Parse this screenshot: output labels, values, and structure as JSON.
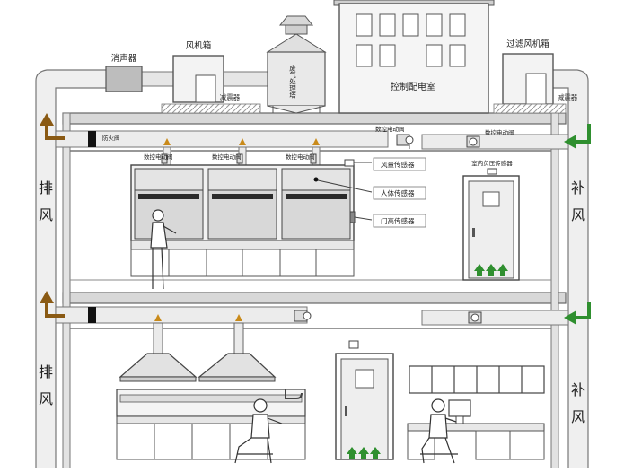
{
  "roof": {
    "silencer": "消声器",
    "fan_box": "风机箱",
    "damper_left": "减震器",
    "scrubber": "废气处理塔",
    "control_room": "控制配电室",
    "filter_fan_box": "过滤风机箱",
    "damper_right": "减震器"
  },
  "side_labels": {
    "left_top": [
      "排",
      "风"
    ],
    "left_bottom": [
      "排",
      "风"
    ],
    "right_top": [
      "补",
      "风"
    ],
    "right_bottom": [
      "补",
      "风"
    ]
  },
  "upper_floor": {
    "fire_damper": "防火阀",
    "valve_label_top": "数控电动阀",
    "valve_label_right": "数控电动阀",
    "hood_valve_1": "数控电动阀",
    "hood_valve_2": "数控电动阀",
    "hood_valve_3": "数控电动阀",
    "sensor_airflow": "风量传感器",
    "sensor_body": "人体传感器",
    "sensor_door": "门高传感器",
    "pressure_sensor": "室内负压传感器"
  },
  "colors": {
    "exhaust_arrow": "#8a5a14",
    "supply_arrow": "#2f8f2f",
    "duct_fill": "#ececec",
    "line": "#555555"
  }
}
